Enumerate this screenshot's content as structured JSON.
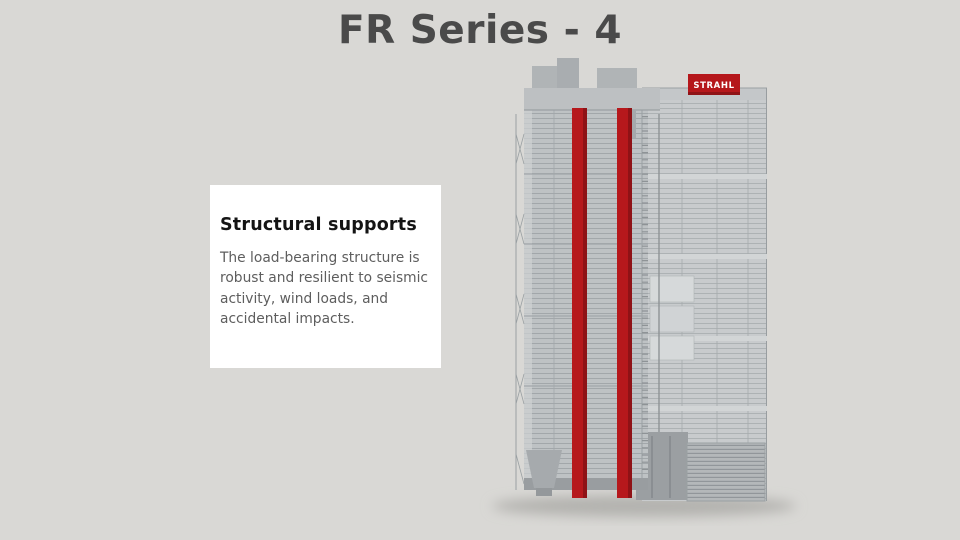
{
  "slide": {
    "title": "FR Series - 4",
    "background_color": "#d9d8d5",
    "title_color": "#4a4a4a"
  },
  "card": {
    "title": "Structural supports",
    "body": "The load-bearing structure is robust and resilient to seismic activity, wind loads, and accidental impacts."
  },
  "machine": {
    "description": "industrial-grain-dryer-tower-render",
    "logo_text": "STRAHL",
    "accent_color": "#b5171b",
    "body_color": "#b7bbbd"
  }
}
